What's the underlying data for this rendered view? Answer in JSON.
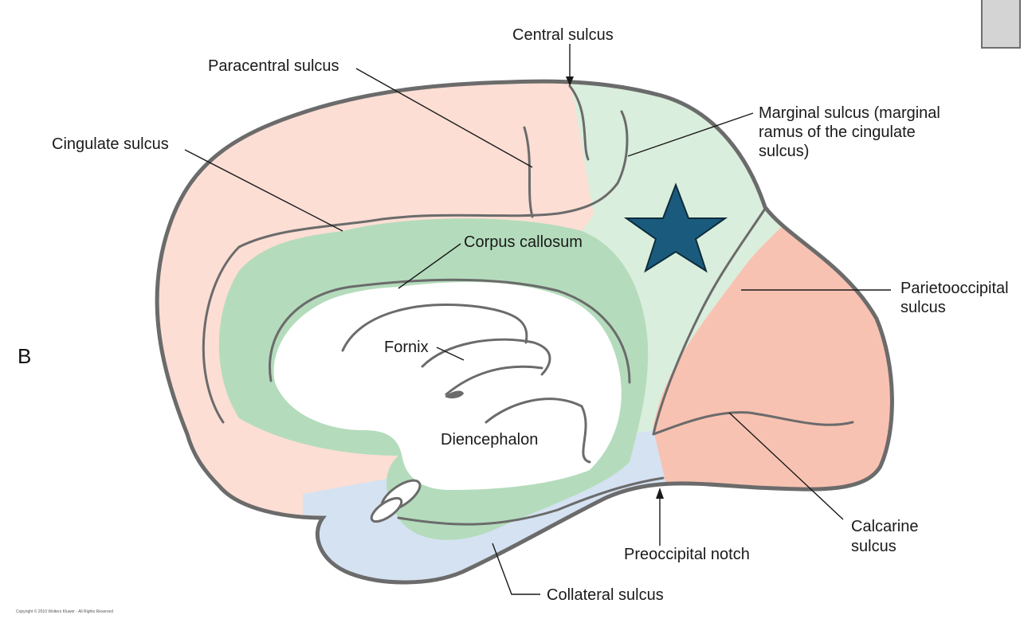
{
  "panel_letter": "B",
  "labels": {
    "central_sulcus": "Central sulcus",
    "paracentral_sulcus": "Paracentral sulcus",
    "cingulate_sulcus": "Cingulate sulcus",
    "marginal_sulcus": [
      "Marginal sulcus (marginal",
      "ramus of the cingulate",
      "sulcus)"
    ],
    "corpus_callosum": "Corpus callosum",
    "parietooccipital_sulcus": [
      "Parietooccipital",
      "sulcus"
    ],
    "fornix": "Fornix",
    "diencephalon": "Diencephalon",
    "calcarine_sulcus": [
      "Calcarine",
      "sulcus"
    ],
    "preoccipital_notch": "Preoccipital notch",
    "collateral_sulcus": "Collateral sulcus"
  },
  "copyright": "Copyright © 2010 Wolters Kluwer - All Rights Reserved",
  "colors": {
    "frontal_pink": "#fcded4",
    "parietal_green": "#d9eedc",
    "limbic_green": "#b4dcbc",
    "occipital_salmon": "#f8c2b2",
    "temporal_blue": "#d5e2f2",
    "star_fill": "#1a5b7d",
    "outline_gray": "#6b6b6b"
  },
  "marker": "star-icon"
}
